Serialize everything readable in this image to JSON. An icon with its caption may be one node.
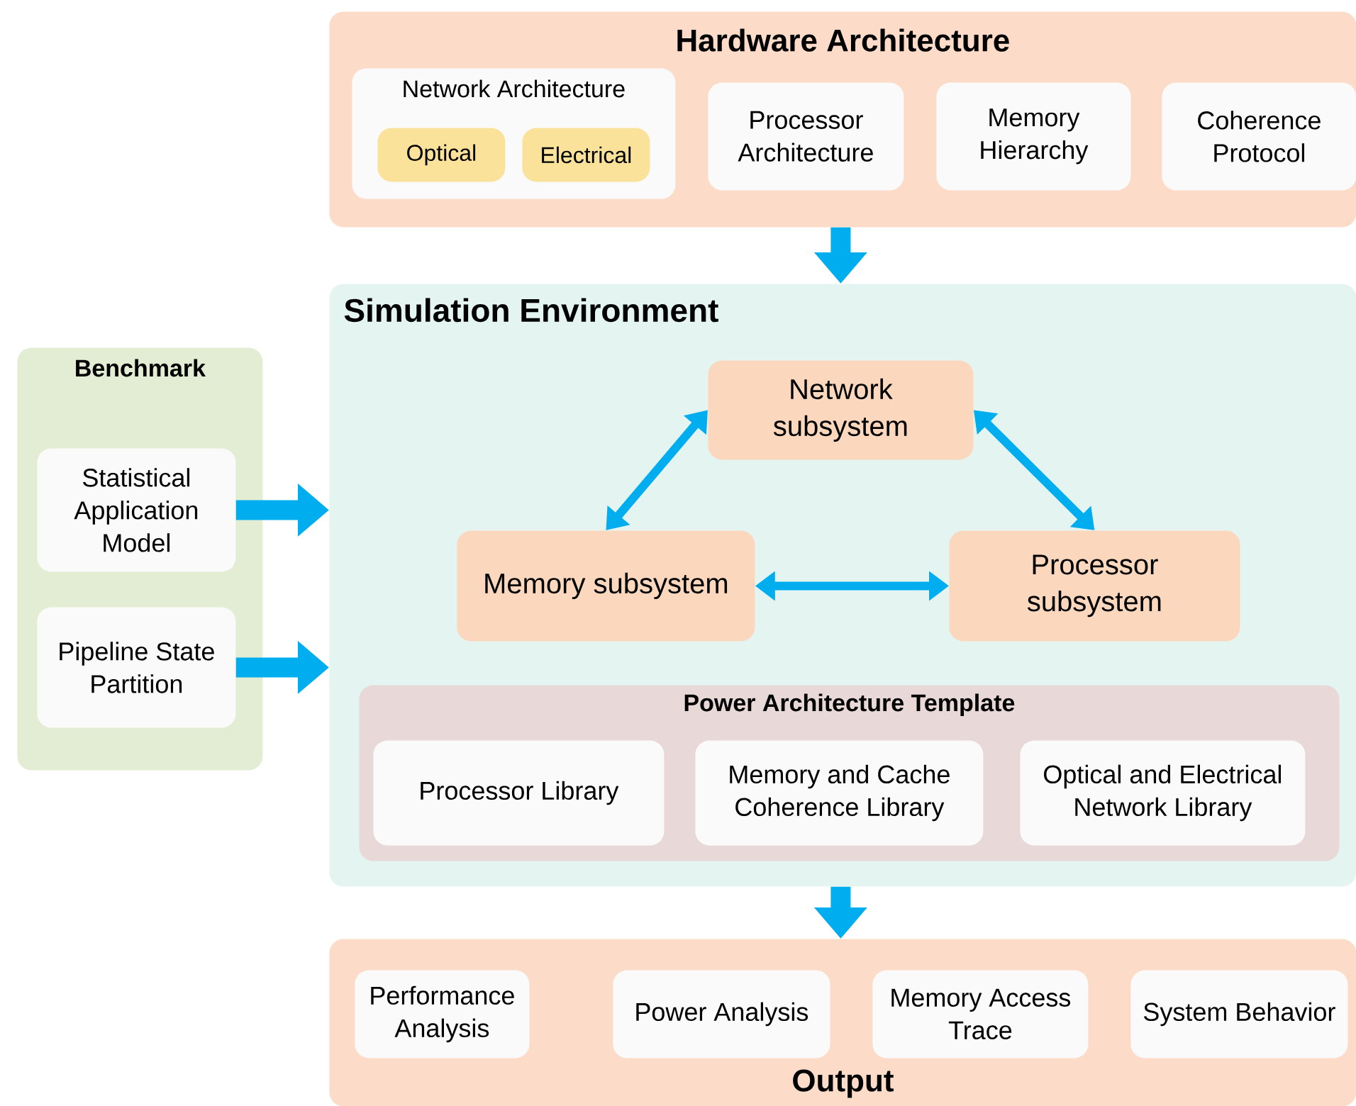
{
  "diagram": {
    "nodes": [
      {
        "text": [
          "Hardware Architecture"
        ]
      },
      {
        "text": [
          "Network Architecture"
        ],
        "in": 0
      },
      {
        "text": [
          "Optical"
        ],
        "in": 1
      },
      {
        "text": [
          "Electrical"
        ],
        "in": 1
      },
      {
        "text": [
          "Processor Architecture"
        ],
        "in": 0
      },
      {
        "text": [
          "Memory Hierarchy"
        ],
        "in": 0
      },
      {
        "text": [
          "Coherence Protocol"
        ],
        "in": 0
      },
      {
        "text": [
          "Simulation Environment"
        ]
      },
      {
        "text": [
          "Network subsystem"
        ],
        "in": 7
      },
      {
        "text": [
          "Memory subsystem"
        ],
        "in": 7
      },
      {
        "text": [
          "Processor subsystem"
        ],
        "in": 7
      },
      {
        "text": [
          "Power Architecture Template"
        ],
        "in": 7
      },
      {
        "text": [
          "Processor Library"
        ],
        "in": 11
      },
      {
        "text": [
          "Memory and Cache Coherence Library"
        ],
        "in": 11
      },
      {
        "text": [
          "Optical and Electrical Network Library"
        ],
        "in": 11
      },
      {
        "text": [
          "Benchmark"
        ]
      },
      {
        "text": [
          "Statistical Application Model"
        ],
        "in": 15
      },
      {
        "text": [
          "Pipeline State Partition"
        ],
        "in": 15
      },
      {
        "text": [
          "Output"
        ]
      },
      {
        "text": [
          "Performance Analysis"
        ],
        "in": 18
      },
      {
        "text": [
          "Power Analysis"
        ],
        "in": 18
      },
      {
        "text": [
          "Memory Access Trace"
        ],
        "in": 18
      },
      {
        "text": [
          "System Behavior"
        ],
        "in": 18
      }
    ],
    "edges": [
      {
        "from": 0,
        "to": 7,
        "arrow": "to"
      },
      {
        "from": 16,
        "to": 7,
        "arrow": "to"
      },
      {
        "from": 17,
        "to": 7,
        "arrow": "to"
      },
      {
        "from": 8,
        "to": 9,
        "arrow": "both"
      },
      {
        "from": 8,
        "to": 10,
        "arrow": "both"
      },
      {
        "from": 9,
        "to": 10,
        "arrow": "both"
      },
      {
        "from": 7,
        "to": 18,
        "arrow": "to"
      }
    ]
  }
}
